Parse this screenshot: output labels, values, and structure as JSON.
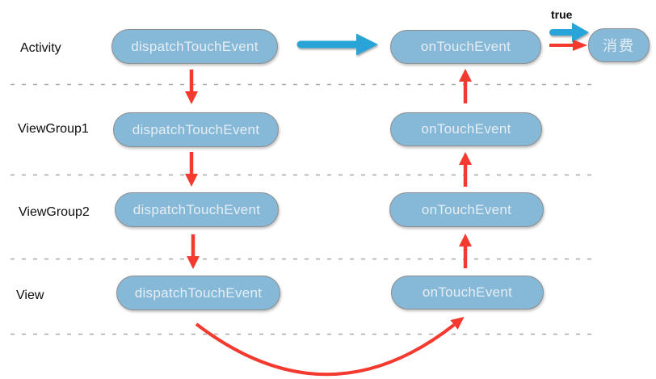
{
  "colors": {
    "pill_fill": "#86b8d8",
    "pill_border": "#8e8e8e",
    "pill_text": "#e6eef4",
    "blue_arrow": "#29a4d9",
    "red_arrow": "#f43a2e",
    "divider": "#a8a8a8",
    "label_text": "#0d0d0d"
  },
  "rows": [
    {
      "id": "activity",
      "label": "Activity",
      "dispatch_label": "dispatchTouchEvent",
      "ontouch_label": "onTouchEvent"
    },
    {
      "id": "viewgroup1",
      "label": "ViewGroup1",
      "dispatch_label": "dispatchTouchEvent",
      "ontouch_label": "onTouchEvent"
    },
    {
      "id": "viewgroup2",
      "label": "ViewGroup2",
      "dispatch_label": "dispatchTouchEvent",
      "ontouch_label": "onTouchEvent"
    },
    {
      "id": "view",
      "label": "View",
      "dispatch_label": "dispatchTouchEvent",
      "ontouch_label": "onTouchEvent"
    }
  ],
  "result": {
    "condition_label": "true",
    "consume_label": "消费"
  },
  "icons": {
    "blue-right-arrow-icon": "➜",
    "red-right-arrow-icon": "→",
    "red-down-arrow-icon": "↓",
    "red-up-arrow-icon": "↑",
    "curved-return-arrow-icon": "⤴"
  }
}
